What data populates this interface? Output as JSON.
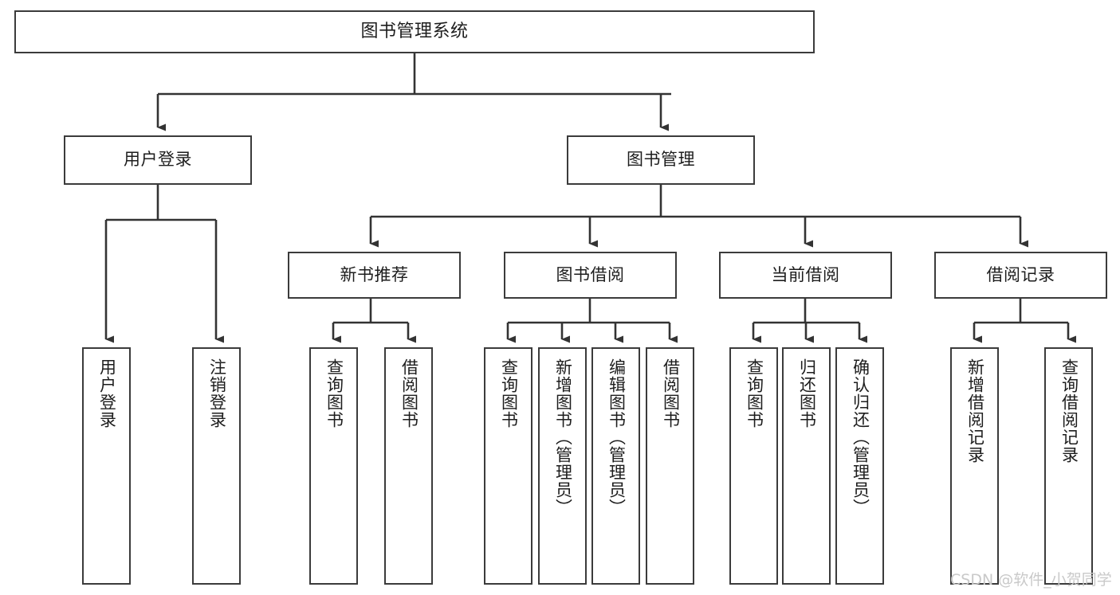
{
  "diagram": {
    "title": "图书管理系统",
    "watermark": "CSDN @软件_小贺同学",
    "colors": {
      "box_border": "#3b3b3b",
      "box_fill": "#ffffff",
      "edge": "#333333",
      "text": "#1d1d1d",
      "watermark": "#c9c9c9",
      "background": "#ffffff"
    },
    "nodes": {
      "root": "图书管理系统",
      "level1": {
        "user_login": "用户登录",
        "book_manage": "图书管理"
      },
      "level2": {
        "new_book_rec": "新书推荐",
        "book_borrow": "图书借阅",
        "current_borrow": "当前借阅",
        "borrow_record": "借阅记录"
      },
      "leaves": {
        "user_login_1": "用户登录",
        "user_login_2": "注销登录",
        "new_book_rec_1": "查询图书",
        "new_book_rec_2": "借阅图书",
        "book_borrow_1": "查询图书",
        "book_borrow_2": "新增图书（管理员）",
        "book_borrow_3": "编辑图书（管理员）",
        "book_borrow_4": "借阅图书",
        "current_borrow_1": "查询图书",
        "current_borrow_2": "归还图书",
        "current_borrow_3": "确认归还（管理员）",
        "borrow_record_1": "新增借阅记录",
        "borrow_record_2": "查询借阅记录"
      }
    },
    "edges": [
      {
        "from": "root",
        "to": "user_login"
      },
      {
        "from": "root",
        "to": "book_manage"
      },
      {
        "from": "user_login",
        "to": "user_login_1"
      },
      {
        "from": "user_login",
        "to": "user_login_2"
      },
      {
        "from": "book_manage",
        "to": "new_book_rec"
      },
      {
        "from": "book_manage",
        "to": "book_borrow"
      },
      {
        "from": "book_manage",
        "to": "current_borrow"
      },
      {
        "from": "book_manage",
        "to": "borrow_record"
      },
      {
        "from": "new_book_rec",
        "to": "new_book_rec_1"
      },
      {
        "from": "new_book_rec",
        "to": "new_book_rec_2"
      },
      {
        "from": "book_borrow",
        "to": "book_borrow_1"
      },
      {
        "from": "book_borrow",
        "to": "book_borrow_2"
      },
      {
        "from": "book_borrow",
        "to": "book_borrow_3"
      },
      {
        "from": "book_borrow",
        "to": "book_borrow_4"
      },
      {
        "from": "current_borrow",
        "to": "current_borrow_1"
      },
      {
        "from": "current_borrow",
        "to": "current_borrow_2"
      },
      {
        "from": "current_borrow",
        "to": "current_borrow_3"
      },
      {
        "from": "borrow_record",
        "to": "borrow_record_1"
      },
      {
        "from": "borrow_record",
        "to": "borrow_record_2"
      }
    ]
  }
}
